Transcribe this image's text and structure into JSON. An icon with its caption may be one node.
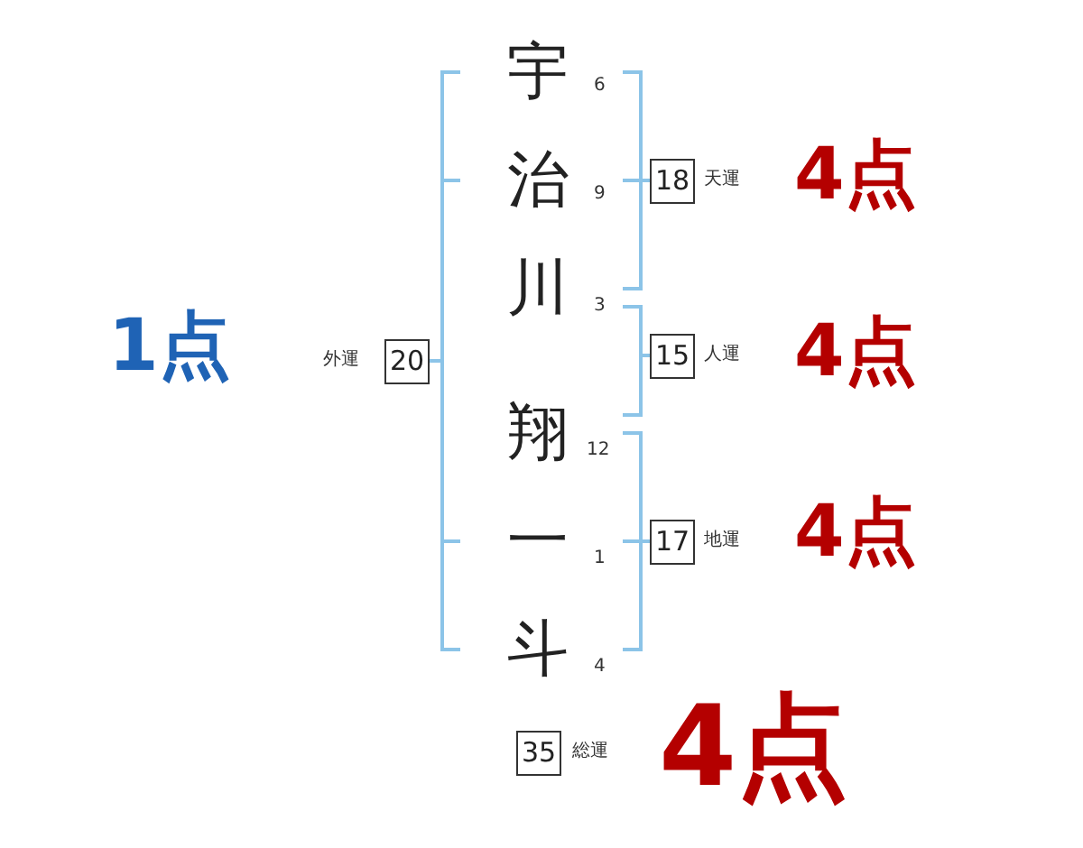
{
  "diagram": {
    "nodes": [
      {
        "text": [
          "18"
        ],
        "beside": [
          "天運"
        ]
      },
      {
        "text": [
          "20"
        ],
        "beside": [
          "外運"
        ]
      },
      {
        "text": [
          "15"
        ],
        "beside": [
          "人運"
        ]
      },
      {
        "text": [
          "17"
        ],
        "beside": [
          "地運"
        ]
      },
      {
        "text": [
          "35"
        ],
        "beside": [
          "総運"
        ]
      }
    ],
    "labels": [
      "宇",
      "6",
      "治",
      "9",
      "4点",
      "川",
      "3",
      "1点",
      "4点",
      "翔",
      "12",
      "一",
      "1",
      "4点",
      "斗",
      "4",
      "4点"
    ]
  }
}
